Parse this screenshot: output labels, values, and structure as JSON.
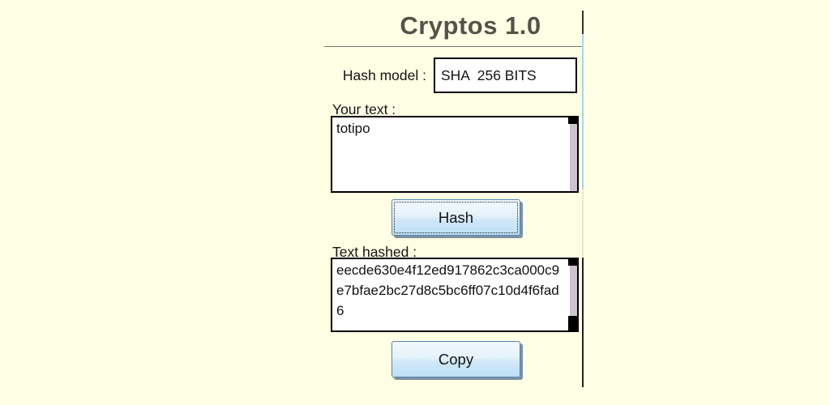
{
  "window": {
    "title": "Cryptos 1.0"
  },
  "hash_model": {
    "label": "Hash model :",
    "value": "SHA  256 BITS"
  },
  "input_section": {
    "label": "Your text :",
    "value": "totipo"
  },
  "actions": {
    "hash": "Hash",
    "copy": "Copy"
  },
  "output_section": {
    "label": "Text hashed :",
    "value": "eecde630e4f12ed917862c3ca000c9e7bfae2bc27d8c5bc6ff07c10d4f6fad6"
  },
  "colors": {
    "background": "#FFFFE5",
    "title_text": "#56524A",
    "rule": "#76756D",
    "button_border": "#5586B4",
    "button_face_top": "#F3F9FE",
    "button_face_bottom": "#BEE0F7",
    "button_shadow": "#7F90A2",
    "scrollbar_track": "#CBC4CF",
    "edge_line_blue": "#A9D6E5"
  }
}
